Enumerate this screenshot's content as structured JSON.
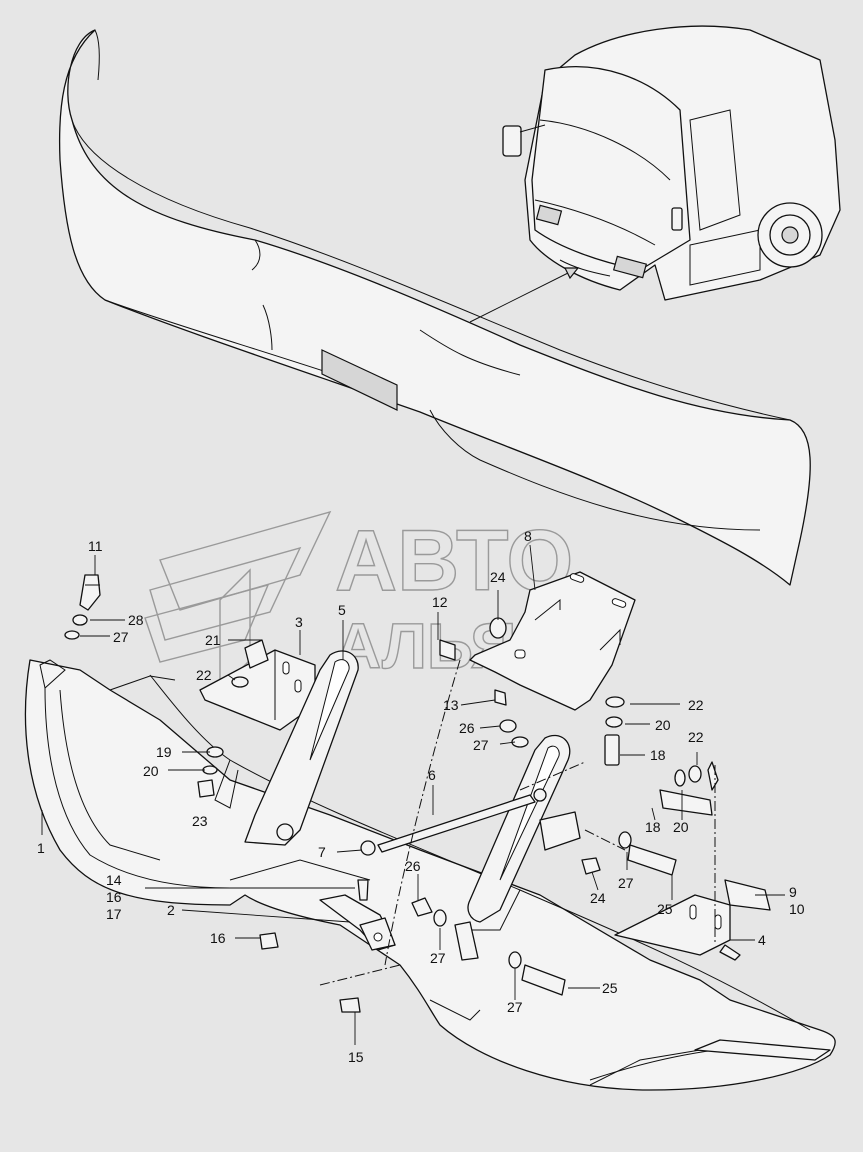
{
  "watermark": {
    "line1": "АВТО",
    "line2": "АЛЬЯНС"
  },
  "callouts": [
    {
      "id": "1",
      "text": "1"
    },
    {
      "id": "2",
      "text": "2"
    },
    {
      "id": "3",
      "text": "3"
    },
    {
      "id": "4",
      "text": "4"
    },
    {
      "id": "5",
      "text": "5"
    },
    {
      "id": "6",
      "text": "6"
    },
    {
      "id": "7",
      "text": "7"
    },
    {
      "id": "8",
      "text": "8"
    },
    {
      "id": "9",
      "text": "9"
    },
    {
      "id": "10",
      "text": "10"
    },
    {
      "id": "11",
      "text": "11"
    },
    {
      "id": "12",
      "text": "12"
    },
    {
      "id": "13",
      "text": "13"
    },
    {
      "id": "14",
      "text": "14"
    },
    {
      "id": "15",
      "text": "15"
    },
    {
      "id": "16",
      "text": "16"
    },
    {
      "id": "16b",
      "text": "16"
    },
    {
      "id": "17",
      "text": "17"
    },
    {
      "id": "18",
      "text": "18"
    },
    {
      "id": "18b",
      "text": "18"
    },
    {
      "id": "19",
      "text": "19"
    },
    {
      "id": "20",
      "text": "20"
    },
    {
      "id": "20b",
      "text": "20"
    },
    {
      "id": "20c",
      "text": "20"
    },
    {
      "id": "21",
      "text": "21"
    },
    {
      "id": "22",
      "text": "22"
    },
    {
      "id": "22b",
      "text": "22"
    },
    {
      "id": "22c",
      "text": "22"
    },
    {
      "id": "23",
      "text": "23"
    },
    {
      "id": "24",
      "text": "24"
    },
    {
      "id": "24b",
      "text": "24"
    },
    {
      "id": "25",
      "text": "25"
    },
    {
      "id": "25b",
      "text": "25"
    },
    {
      "id": "26",
      "text": "26"
    },
    {
      "id": "26b",
      "text": "26"
    },
    {
      "id": "27",
      "text": "27"
    },
    {
      "id": "27b",
      "text": "27"
    },
    {
      "id": "27c",
      "text": "27"
    },
    {
      "id": "27d",
      "text": "27"
    },
    {
      "id": "28",
      "text": "28"
    }
  ]
}
